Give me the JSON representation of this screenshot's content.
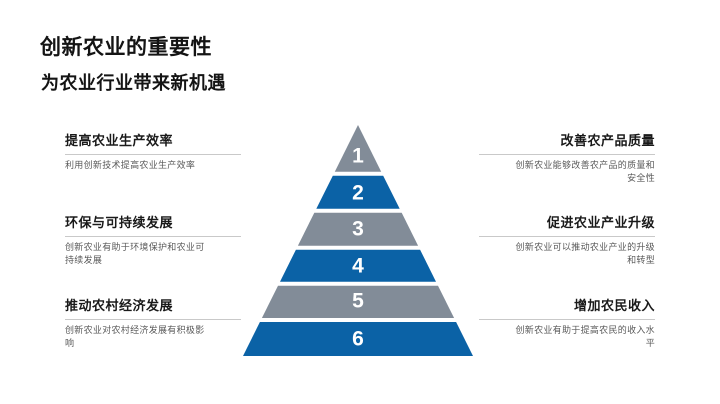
{
  "slide": {
    "title": "创新农业的重要性",
    "subtitle": "为农业行业带来新机遇"
  },
  "left_items": [
    {
      "title": "提高农业生产效率",
      "description": "利用创新技术提高农业生产效率"
    },
    {
      "title": "环保与可持续发展",
      "description": "创新农业有助于环境保护和农业可\n持续发展"
    },
    {
      "title": "推动农村经济发展",
      "description": "创新农业对农村经济发展有积极影\n响"
    }
  ],
  "right_items": [
    {
      "title": "改善农产品质量",
      "description": "创新农业能够改善农产品的质量和\n安全性"
    },
    {
      "title": "促进农业产业升级",
      "description": "创新农业可以推动农业产业的升级\n和转型"
    },
    {
      "title": "增加农民收入",
      "description": "创新农业有助于提高农民的收入水\n平"
    }
  ],
  "pyramid": {
    "type": "pyramid",
    "levels": [
      {
        "number": "1",
        "color": "#828C98"
      },
      {
        "number": "2",
        "color": "#0B62A6"
      },
      {
        "number": "3",
        "color": "#828C98"
      },
      {
        "number": "4",
        "color": "#0B62A6"
      },
      {
        "number": "5",
        "color": "#828C98"
      },
      {
        "number": "6",
        "color": "#0B62A6"
      }
    ]
  },
  "colors": {
    "accent_blue": "#0B62A6",
    "neutral_gray": "#828C98",
    "divider": "#c9c9c9",
    "text_primary": "#141414",
    "text_secondary": "#595959"
  }
}
